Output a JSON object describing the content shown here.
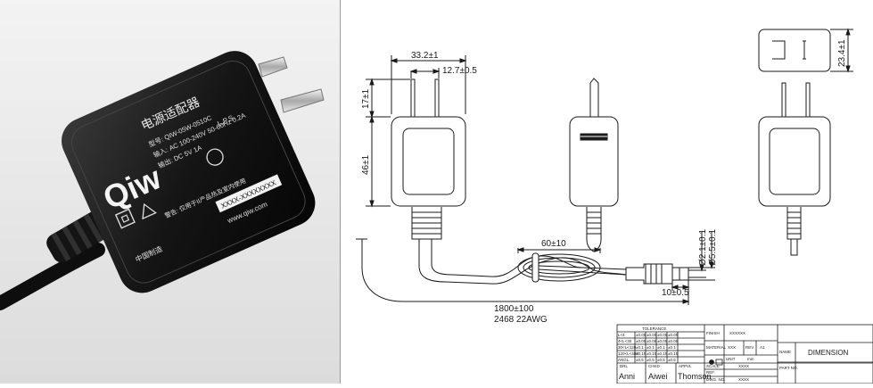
{
  "photo": {
    "brand": "Qiw",
    "title_cn": "电源适配器",
    "lps": "L.P.S.",
    "lines": [
      "型号: QIW-05W-0510C",
      "输入: AC 100-240V  50-60Hz 0.2A",
      "输出: DC 5V  1A"
    ],
    "warning": "警告: 仅用于II产品热及室内使用",
    "serial": "XXXX-XXXXXXXX",
    "website": "www.qiw.com",
    "made_in": "中国制造"
  },
  "dims": {
    "width": "33.2±1",
    "pin_spacing": "12.7±0.5",
    "pin_len": "17±1",
    "body_h": "46±1",
    "depth": "23.4±1",
    "loop": "60±10",
    "tip_inner": "Ø2.1±0.1",
    "tip_outer": "Ø5.5±0.1",
    "tip_len": "10±0.5",
    "cable_len": "1800±100",
    "cable_spec": "2468 22AWG"
  },
  "title_block": {
    "tolerance": "TOLERANCE",
    "finish_label": "FINISH",
    "finish_value": "XXXXXX",
    "material_label": "MATERIAL",
    "material_value": "XXX",
    "rev_label": "REV.",
    "rev_value": "A1",
    "unit_label": "UNIT",
    "unit_value": "mm",
    "scale_label": "SCALE",
    "ref_label": "REF.",
    "ref_value": "XXXX",
    "dwg_label": "DWG. NO.",
    "dwg_value": "XXXX",
    "name_label": "NAME",
    "name_value": "DIMENSION",
    "part_label": "PART NO.",
    "drawn_label": "DRL",
    "check_label": "CHKD",
    "appr_label": "APPVL",
    "drawn": "Anni",
    "checked": "Aiwei",
    "approved": "Thomson",
    "tolerance_rows": [
      [
        "L<4",
        "±0.05",
        "±0.05",
        "±0.05",
        "±0.05"
      ],
      [
        "4<L<30",
        "±0.05",
        "±0.05",
        "±0.05",
        "±0.05"
      ],
      [
        "30<L<120",
        "±0.1",
        "±0.1",
        "±0.1",
        "±0.1"
      ],
      [
        "120<L<400",
        "±0.15",
        "±0.15",
        "±0.15",
        "±0.15"
      ],
      [
        "ANGL.",
        "±0.5",
        "±0.5",
        "±0.5",
        "±0.5"
      ]
    ]
  }
}
